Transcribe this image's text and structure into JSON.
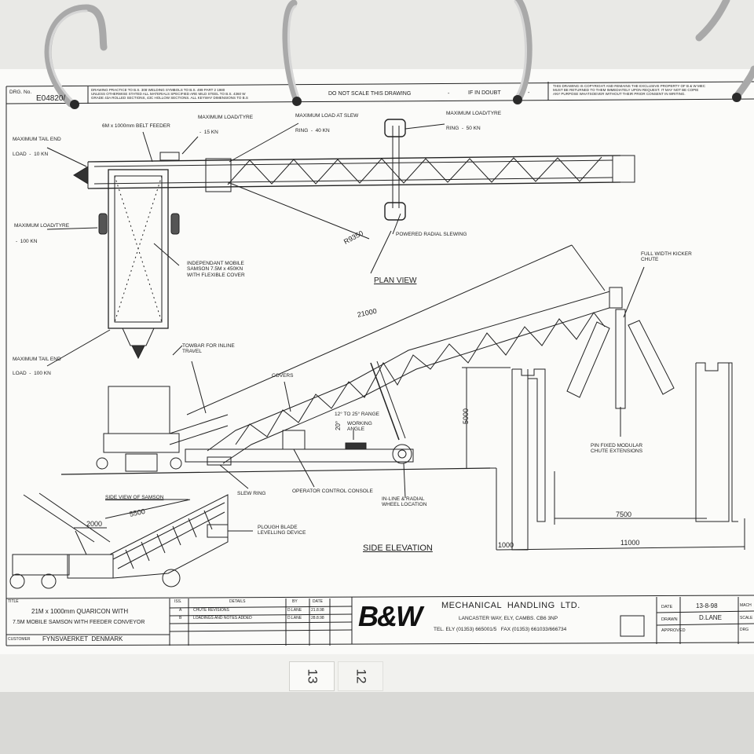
{
  "header": {
    "drg_no_label": "DRG. No.",
    "drg_no": "E04820/",
    "notes": "DRAWING PRACTICE TO B.S. 308 WELDING SYMBOLS TO B.S. 499 PART 2 1980\nUNLESS OTHERWISE STATED ALL MATERIALS SPECIFIED ARE MILD STEEL TO B.S. 4360 W\nGRADE 43A ROLLED SECTIONS, 43C HOLLOW SECTIONS. ALL KEYWAY DIMENSIONS TO B.S",
    "do_not_scale": "DO NOT SCALE THIS DRAWING",
    "dash1": "-",
    "if_in_doubt": "IF IN DOUBT",
    "dash2": "-",
    "copyright": "THIS DRAWING IS COPYRIGHT AND REMAINS THE EXCLUSIVE PROPERTY OF B & W MEC\nMUST BE RETURNED TO THEM IMMEDIATELY UPON REQUEST. IT MAY NOT BE COPIE\nANY PURPOSE WHATSOEVER WITHOUT THEIR PRIOR CONSENT IN WRITING."
  },
  "plan": {
    "tail_end_top": "MAXIMUM TAIL END",
    "load_10": "LOAD  -  10 KN",
    "belt_feeder": "6M x 1000mm BELT FEEDER",
    "max_load_tyre": "MAXIMUM LOAD/TYRE",
    "kn_15": "-  15 KN",
    "max_load_slew": "MAXIMUM LOAD AT SLEW",
    "ring_40": "RING  -  40 KN",
    "max_load_tyre2": "MAXIMUM LOAD/TYRE",
    "ring_50": "RING  -  50 KN",
    "max_load_tyre_left": "MAXIMUM LOAD/TYRE",
    "kn_100": "-  100 KN",
    "samson": "INDEPENDANT MOBILE\nSAMSON 7.5M x 450KN\nWITH FLEXIBLE COVER",
    "radius": "R9350",
    "powered_slewing": "POWERED RADIAL SLEWING",
    "title": "PLAN VIEW"
  },
  "side": {
    "kicker_chute": "FULL WIDTH KICKER\nCHUTE",
    "length": "21000",
    "tail_end_bottom": "MAXIMUM TAIL END",
    "load_100": "LOAD  -  100 KN",
    "towbar": "TOWBAR FOR INLINE\nTRAVEL",
    "covers": "COVERS",
    "range": "12° TO 25° RANGE",
    "working_deg": "20°",
    "working_angle": "WORKING\nANGLE",
    "height": "5000",
    "chute_ext": "PIN FIXED MODULAR\nCHUTE EXTENSIONS",
    "slew_ring": "SLEW RING",
    "console": "OPERATOR CONTROL CONSOLE",
    "wheel_loc": "IN-LINE & RADIAL\nWHEEL LOCATION",
    "dim_7500": "7500",
    "dim_1000": "1000",
    "dim_11000": "11000",
    "title": "SIDE ELEVATION",
    "side_view_samson": "SIDE VIEW OF SAMSON",
    "dim_5500": "5500",
    "dim_2000": "2000",
    "plough": "PLOUGH BLADE\nLEVELLING DEVICE"
  },
  "titleblock": {
    "title_label": "TITLE",
    "title_line1": "21M x 1000mm QUARICON WITH",
    "title_line2": "7.5M MOBILE SAMSON WITH FEEDER CONVEYOR",
    "customer_label": "CUSTOMER",
    "customer": "FYNSVAERKET  DENMARK",
    "iss": "ISS.",
    "details": "DETAILS",
    "by": "BY",
    "date": "DATE",
    "rev_a": "A",
    "rev_a_detail": "CHUTE REVISIONS",
    "rev_a_by": "D.LANE",
    "rev_a_date": "21.8.98",
    "rev_b": "B",
    "rev_b_detail": "LOADINGS AND NOTES ADDED",
    "rev_b_by": "D.LANE",
    "rev_b_date": "28.8.98",
    "logo": "B&W",
    "company": "MECHANICAL  HANDLING  LTD.",
    "address": "LANCASTER WAY, ELY, CAMBS. CB6 3NP",
    "phone": "TEL. ELY (01353) 665001/5   FAX (01353) 661033/666734",
    "date_label": "DATE",
    "date_value": "13-8-98",
    "drawn_label": "DRAWN",
    "drawn_value": "D.LANE",
    "approved_label": "APPROVED",
    "mach": "MACH",
    "scale": "SCALE",
    "drg": "DRG"
  },
  "tabs": {
    "tab13": "13",
    "tab12": "12"
  }
}
